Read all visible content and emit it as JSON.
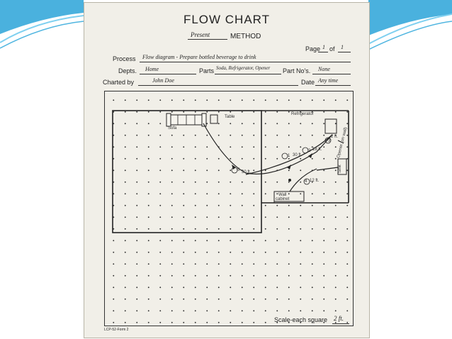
{
  "form": {
    "title": "FLOW CHART",
    "method_value": "Present",
    "method_label": "METHOD",
    "page_label": "Page",
    "page_number": "1",
    "page_of": "of",
    "page_total": "1",
    "process_label": "Process",
    "process_value": "Flow diagram - Prepare bottled beverage to drink",
    "depts_label": "Depts.",
    "depts_value": "Home",
    "parts_label": "Parts",
    "parts_value": "Soda, Refrigerator, Opener",
    "partno_label": "Part No's.",
    "partno_value": "None",
    "charted_label": "Charted by",
    "charted_value": "John Doe",
    "date_label": "Date",
    "date_value": "Any time",
    "form_code": "LCP-52-Form 2"
  },
  "diagram": {
    "labels": {
      "sofa": "Sofa",
      "table": "Table",
      "refrigerator": "Refrigerator",
      "opener": "Opener (on wall)",
      "sink": "Sink",
      "wall_cabinet_1": "Wall",
      "wall_cabinet_2": "cabinet"
    },
    "steps": [
      {
        "step": "1",
        "distance": "30 ft."
      },
      {
        "step": "2",
        "distance": "18 ft."
      },
      {
        "step": "3",
        "distance": "2 ft."
      },
      {
        "step": "4",
        "distance": "12 ft."
      },
      {
        "step": "5",
        "distance": "30 ft."
      }
    ]
  },
  "scale": {
    "label": "Scale-each square",
    "value": "2 ft."
  }
}
